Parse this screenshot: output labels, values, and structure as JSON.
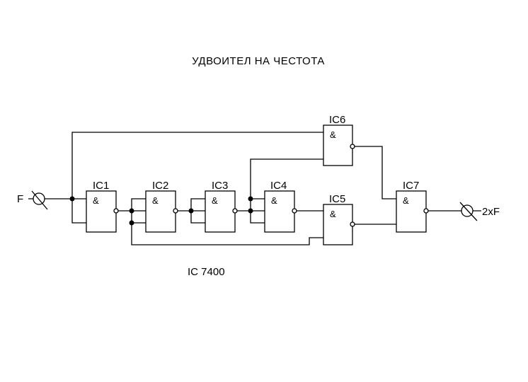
{
  "title": "УДВОИТЕЛ  НА  ЧЕСТОТА",
  "chip_note": "IC  7400",
  "input": {
    "label": "F"
  },
  "output": {
    "label": "2xF"
  },
  "gates": [
    {
      "id": "ic1",
      "label": "IC1",
      "symbol": "&"
    },
    {
      "id": "ic2",
      "label": "IC2",
      "symbol": "&"
    },
    {
      "id": "ic3",
      "label": "IC3",
      "symbol": "&"
    },
    {
      "id": "ic4",
      "label": "IC4",
      "symbol": "&"
    },
    {
      "id": "ic5",
      "label": "IC5",
      "symbol": "&"
    },
    {
      "id": "ic6",
      "label": "IC6",
      "symbol": "&"
    },
    {
      "id": "ic7",
      "label": "IC7",
      "symbol": "&"
    }
  ]
}
